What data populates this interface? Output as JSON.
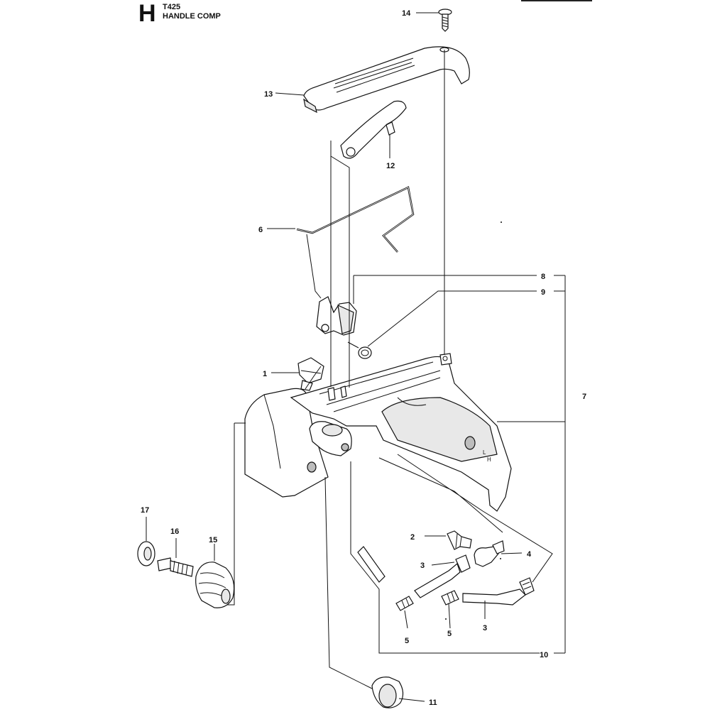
{
  "header": {
    "section_letter": "H",
    "model": "T425",
    "title": "HANDLE COMP"
  },
  "callouts": [
    {
      "id": "c14",
      "label": "14"
    },
    {
      "id": "c13",
      "label": "13"
    },
    {
      "id": "c12",
      "label": "12"
    },
    {
      "id": "c6",
      "label": "6"
    },
    {
      "id": "c8",
      "label": "8"
    },
    {
      "id": "c9",
      "label": "9"
    },
    {
      "id": "c7",
      "label": "7"
    },
    {
      "id": "c1",
      "label": "1"
    },
    {
      "id": "c2",
      "label": "2"
    },
    {
      "id": "c4",
      "label": "4"
    },
    {
      "id": "c3a",
      "label": "3"
    },
    {
      "id": "c3b",
      "label": "3"
    },
    {
      "id": "c5a",
      "label": "5"
    },
    {
      "id": "c5b",
      "label": "5"
    },
    {
      "id": "c10",
      "label": "10"
    },
    {
      "id": "c11",
      "label": "11"
    },
    {
      "id": "c15",
      "label": "15"
    },
    {
      "id": "c16",
      "label": "16"
    },
    {
      "id": "c17",
      "label": "17"
    }
  ]
}
